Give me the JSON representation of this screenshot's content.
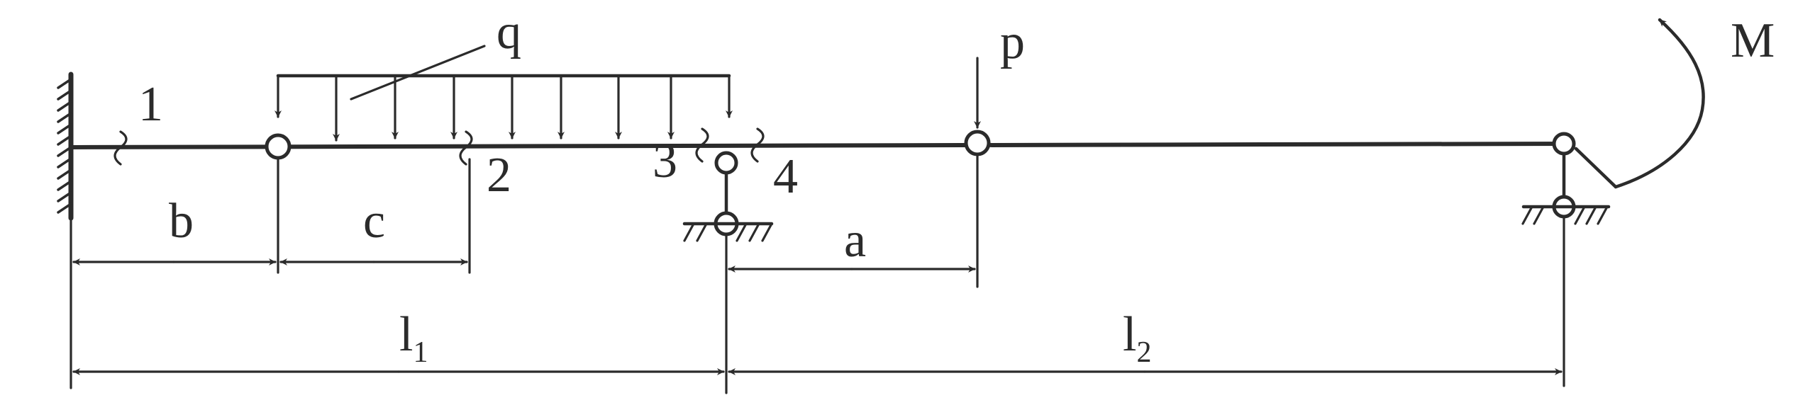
{
  "labels": {
    "q": "q",
    "p": "p",
    "M": "M",
    "b": "b",
    "c": "c",
    "a": "a",
    "l1_base": "l",
    "l1_sub": "1",
    "l2_base": "l",
    "l2_sub": "2"
  },
  "sections": {
    "s1": "1",
    "s2": "2",
    "s3": "3",
    "s4": "4"
  },
  "colors": {
    "ink": "#2b2b2b",
    "background": "#ffffff"
  }
}
